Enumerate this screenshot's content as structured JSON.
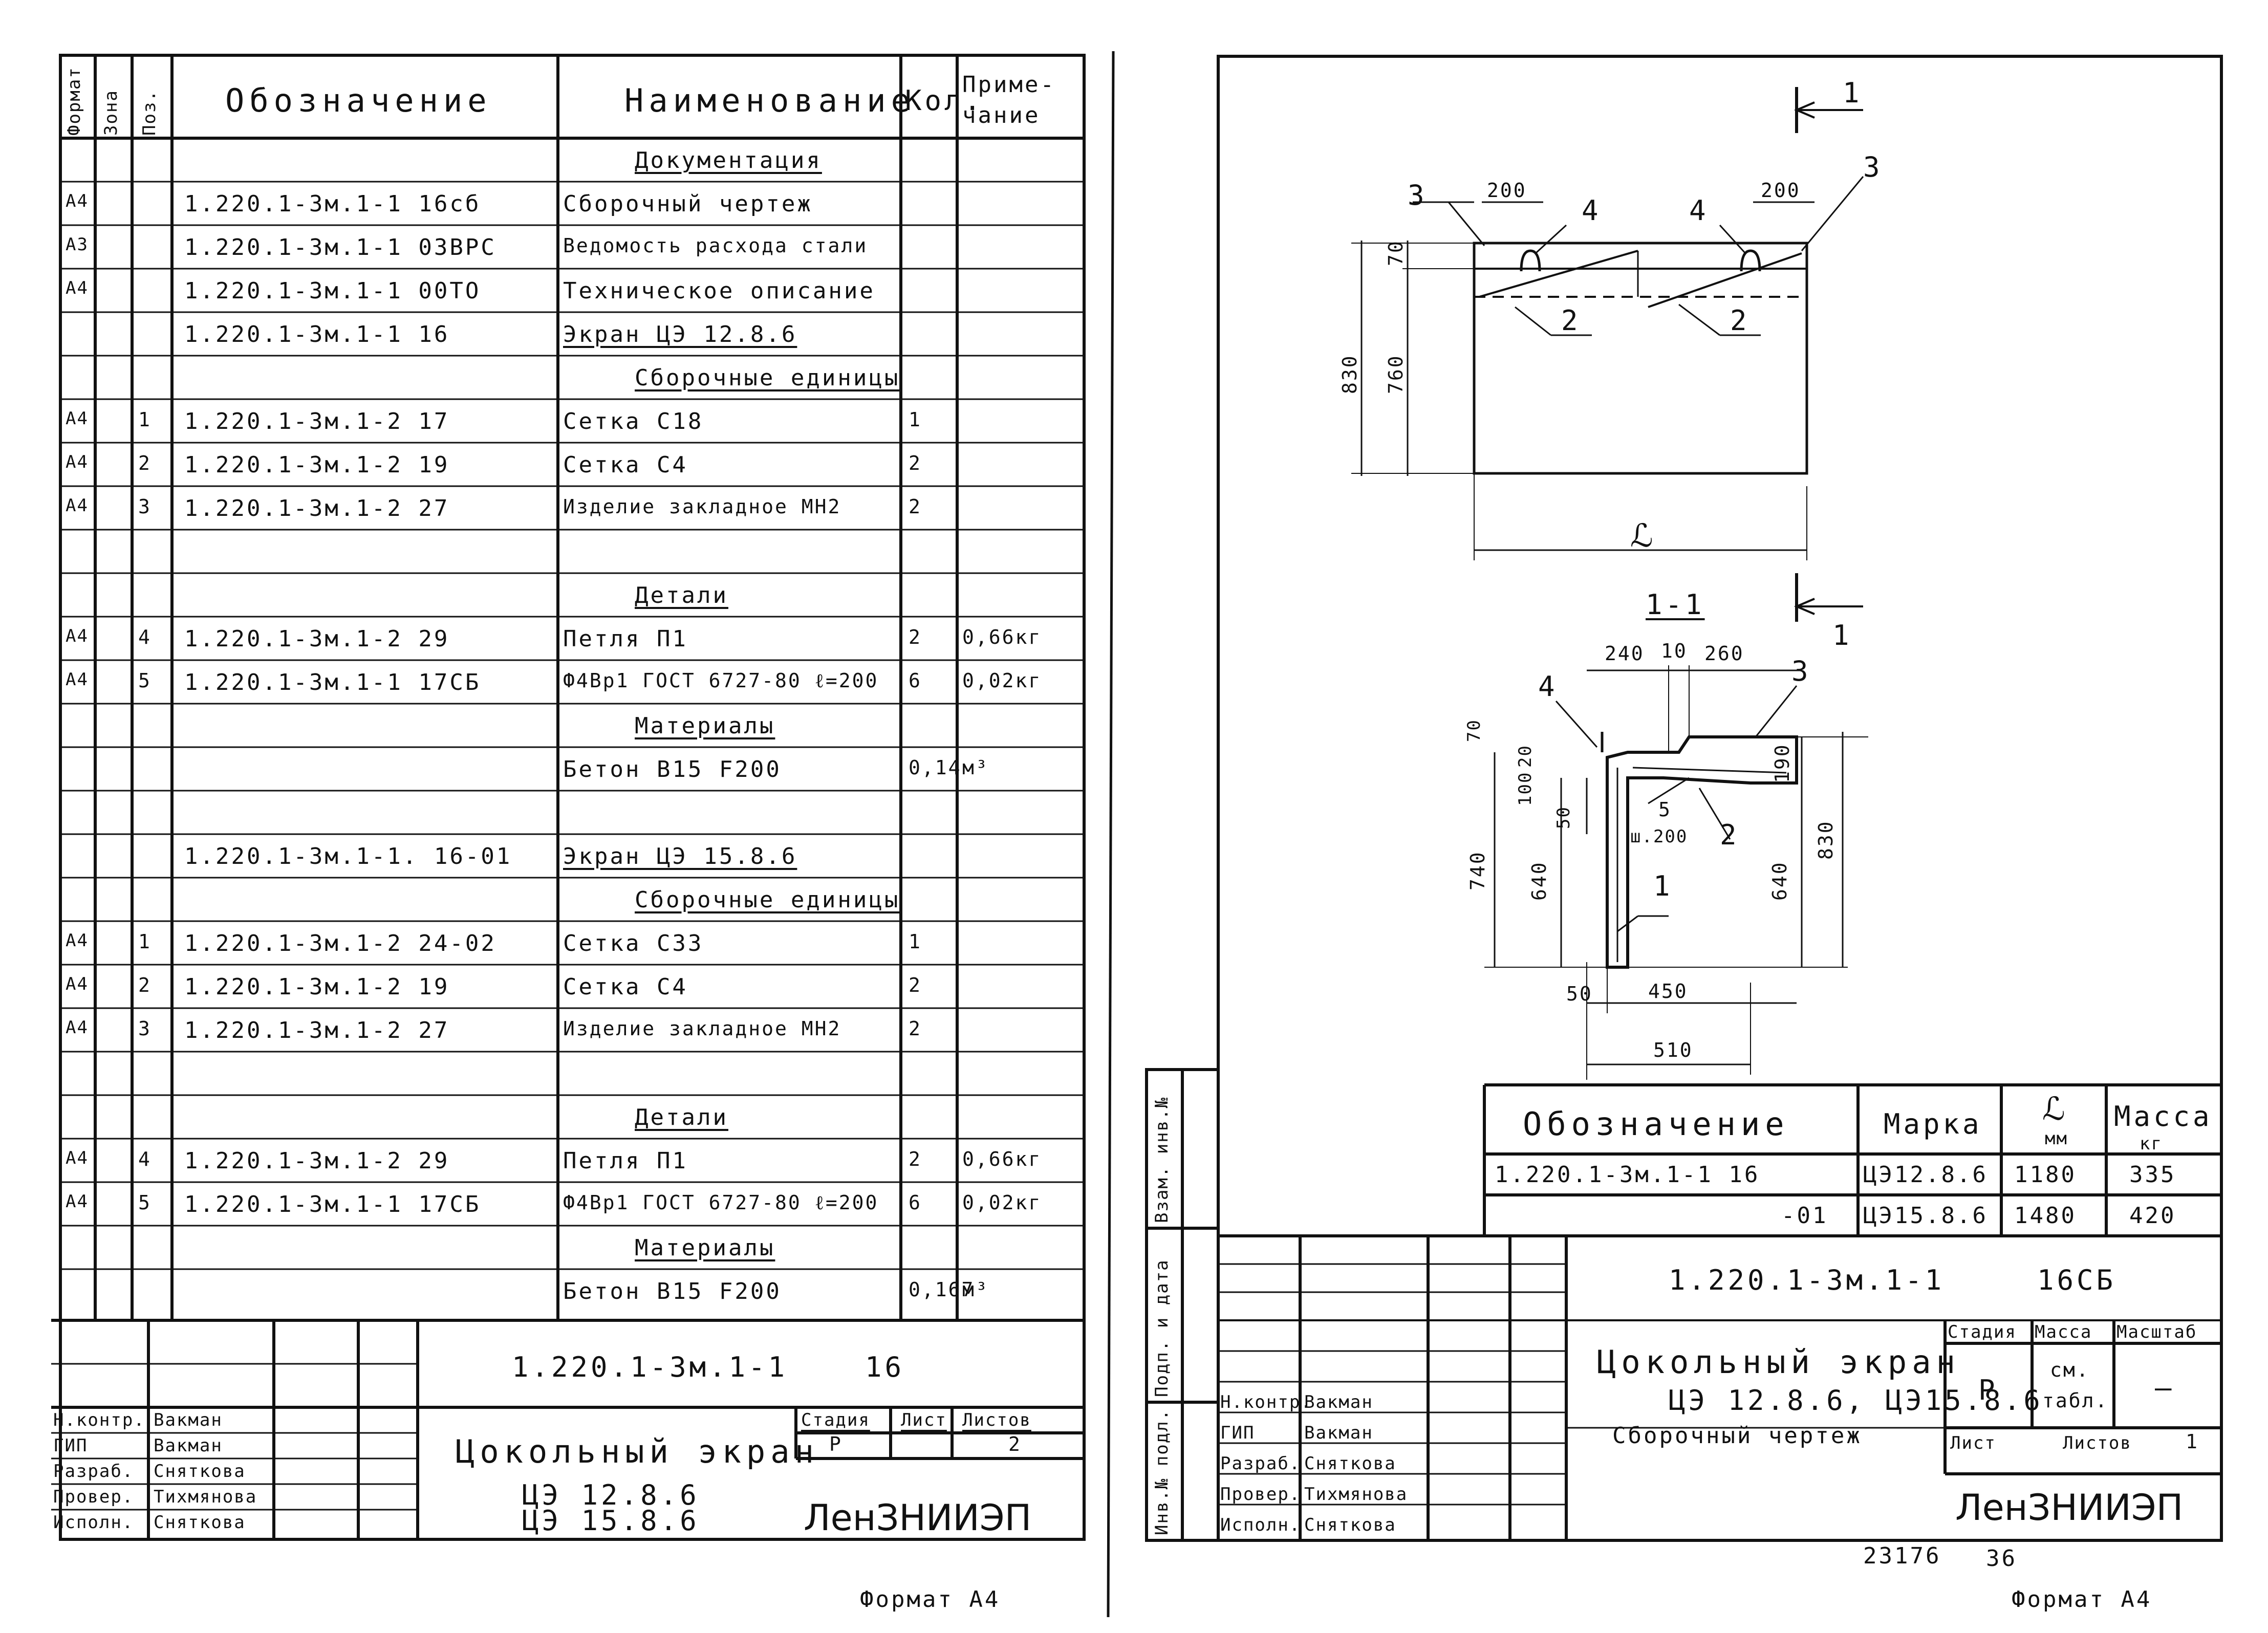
{
  "left_sheet": {
    "headers": {
      "format": "Формат",
      "zone": "Зона",
      "pos": "Поз.",
      "designation": "Обозначение",
      "name": "Наименование",
      "qty": "Кол.",
      "note_1": "Приме-",
      "note_2": "чание"
    },
    "rows": [
      {
        "format": "",
        "pos": "",
        "designation": "",
        "name": "Документация",
        "qty": "",
        "note": ""
      },
      {
        "format": "А4",
        "pos": "",
        "designation": "1.220.1-3м.1-1   16сб",
        "name": "Сборочный чертеж",
        "qty": "",
        "note": ""
      },
      {
        "format": "А3",
        "pos": "",
        "designation": "1.220.1-3м.1-1   03ВРС",
        "name": "Ведомость расхода стали",
        "qty": "",
        "note": ""
      },
      {
        "format": "А4",
        "pos": "",
        "designation": "1.220.1-3м.1-1   00ТО",
        "name": "Техническое описание",
        "qty": "",
        "note": ""
      },
      {
        "format": "",
        "pos": "",
        "designation": "1.220.1-3м.1-1   16",
        "name": "Экран ЦЭ 12.8.6",
        "qty": "",
        "note": ""
      },
      {
        "format": "",
        "pos": "",
        "designation": "",
        "name": "Сборочные единицы",
        "qty": "",
        "note": ""
      },
      {
        "format": "А4",
        "pos": "1",
        "designation": "1.220.1-3м.1-2   17",
        "name": "Сетка С18",
        "qty": "1",
        "note": ""
      },
      {
        "format": "А4",
        "pos": "2",
        "designation": "1.220.1-3м.1-2   19",
        "name": "Сетка С4",
        "qty": "2",
        "note": ""
      },
      {
        "format": "А4",
        "pos": "3",
        "designation": "1.220.1-3м.1-2   27",
        "name": "Изделие закладное МН2",
        "qty": "2",
        "note": ""
      },
      {
        "format": "",
        "pos": "",
        "designation": "",
        "name": "",
        "qty": "",
        "note": ""
      },
      {
        "format": "",
        "pos": "",
        "designation": "",
        "name": "Детали",
        "qty": "",
        "note": ""
      },
      {
        "format": "А4",
        "pos": "4",
        "designation": "1.220.1-3м.1-2   29",
        "name": "Петля П1",
        "qty": "2",
        "note": "0,66кг"
      },
      {
        "format": "А4",
        "pos": "5",
        "designation": "1.220.1-3м.1-1   17СБ",
        "name": "Ф4Вр1 ГОСТ 6727-80 ℓ=200",
        "qty": "6",
        "note": "0,02кг"
      },
      {
        "format": "",
        "pos": "",
        "designation": "",
        "name": "Материалы",
        "qty": "",
        "note": ""
      },
      {
        "format": "",
        "pos": "",
        "designation": "",
        "name": "Бетон В15 F200",
        "qty": "0,14",
        "note": "м³"
      },
      {
        "format": "",
        "pos": "",
        "designation": "",
        "name": "",
        "qty": "",
        "note": ""
      },
      {
        "format": "",
        "pos": "",
        "designation": "1.220.1-3м.1-1. 16-01",
        "name": "Экран ЦЭ 15.8.6",
        "qty": "",
        "note": ""
      },
      {
        "format": "",
        "pos": "",
        "designation": "",
        "name": "Сборочные единицы",
        "qty": "",
        "note": ""
      },
      {
        "format": "А4",
        "pos": "1",
        "designation": "1.220.1-3м.1-2   24-02",
        "name": "Сетка С33",
        "qty": "1",
        "note": ""
      },
      {
        "format": "А4",
        "pos": "2",
        "designation": "1.220.1-3м.1-2   19",
        "name": "Сетка С4",
        "qty": "2",
        "note": ""
      },
      {
        "format": "А4",
        "pos": "3",
        "designation": "1.220.1-3м.1-2   27",
        "name": "Изделие закладное МН2",
        "qty": "2",
        "note": ""
      },
      {
        "format": "",
        "pos": "",
        "designation": "",
        "name": "",
        "qty": "",
        "note": ""
      },
      {
        "format": "",
        "pos": "",
        "designation": "",
        "name": "Детали",
        "qty": "",
        "note": ""
      },
      {
        "format": "А4",
        "pos": "4",
        "designation": "1.220.1-3м.1-2   29",
        "name": "Петля П1",
        "qty": "2",
        "note": "0,66кг"
      },
      {
        "format": "А4",
        "pos": "5",
        "designation": "1.220.1-3м.1-1   17СБ",
        "name": "Ф4Вр1 ГОСТ 6727-80 ℓ=200",
        "qty": "6",
        "note": "0,02кг"
      },
      {
        "format": "",
        "pos": "",
        "designation": "",
        "name": "Материалы",
        "qty": "",
        "note": ""
      },
      {
        "format": "",
        "pos": "",
        "designation": "",
        "name": "Бетон В15 F200",
        "qty": "0,167",
        "note": "м³"
      }
    ],
    "title_block": {
      "doc_code": "1.220.1-3м.1-1",
      "sheet_code": "16",
      "title": "Цокольный экран",
      "marks_1": "ЦЭ 12.8.6",
      "marks_2": "ЦЭ 15.8.6",
      "stage_label": "Стадия",
      "sheet_label": "Лист",
      "sheets_label": "Листов",
      "stage": "Р",
      "sheets": "2",
      "org": "ЛенЗНИИЭП",
      "roles": [
        "Н.контр.",
        "ГИП",
        "Разраб.",
        "Провер.",
        "Исполн."
      ],
      "names": [
        "Вакман",
        "Вакман",
        "Сняткова",
        "Тихмянова",
        "Сняткова"
      ]
    },
    "format_label": "Формат А4"
  },
  "right_sheet": {
    "section_label": "1-1",
    "section_marker": "1",
    "dimensions": {
      "d200a": "200",
      "d200b": "200",
      "d70": "70",
      "d760": "760",
      "d830": "830",
      "L": "ℒ",
      "d240": "240",
      "d10": "10",
      "d260": "260",
      "d20": "20",
      "d100": "100",
      "d50": "50",
      "d190": "190",
      "d740": "740",
      "d640a": "640",
      "d640b": "640",
      "d830b": "830",
      "d50b": "50",
      "d450": "450",
      "d510": "510",
      "sh200": "ш.200"
    },
    "callouts": {
      "c1": "1",
      "c2": "2",
      "c3": "3",
      "c4": "4",
      "c5": "5"
    },
    "spec": {
      "headers": {
        "designation": "Обозначение",
        "mark": "Марка",
        "L": "ℒ",
        "L_unit": "мм",
        "mass": "Масса",
        "mass_unit": "кг"
      },
      "rows": [
        {
          "designation": "1.220.1-3м.1-1   16",
          "mark": "ЦЭ12.8.6",
          "L": "1180",
          "mass": "335"
        },
        {
          "designation": "-01",
          "mark": "ЦЭ15.8.6",
          "L": "1480",
          "mass": "420"
        }
      ]
    },
    "side_stamps": [
      "Инв.№ подл.",
      "Подп. и дата",
      "Взам. инв.№"
    ],
    "title_block": {
      "doc_code": "1.220.1-3м.1-1",
      "sheet_code": "16СБ",
      "title": "Цокольный экран",
      "marks": "ЦЭ 12.8.6, ЦЭ15.8.6",
      "subtitle": "Сборочный чертеж",
      "stage_label": "Стадия",
      "mass_label": "Масса",
      "scale_label": "Масштаб",
      "stage": "Р",
      "mass_value_1": "см.",
      "mass_value_2": "табл.",
      "scale": "—",
      "sheet_label": "Лист",
      "sheets_label": "Листов",
      "sheets": "1",
      "org": "ЛенЗНИИЭП",
      "roles": [
        "Н.контр.",
        "ГИП",
        "Разраб.",
        "Провер.",
        "Исполн."
      ],
      "names": [
        "Вакман",
        "Вакман",
        "Сняткова",
        "Тихмянова",
        "Сняткова"
      ]
    },
    "archive_number": "23176",
    "archive_page": "36",
    "format_label": "Формат А4"
  }
}
